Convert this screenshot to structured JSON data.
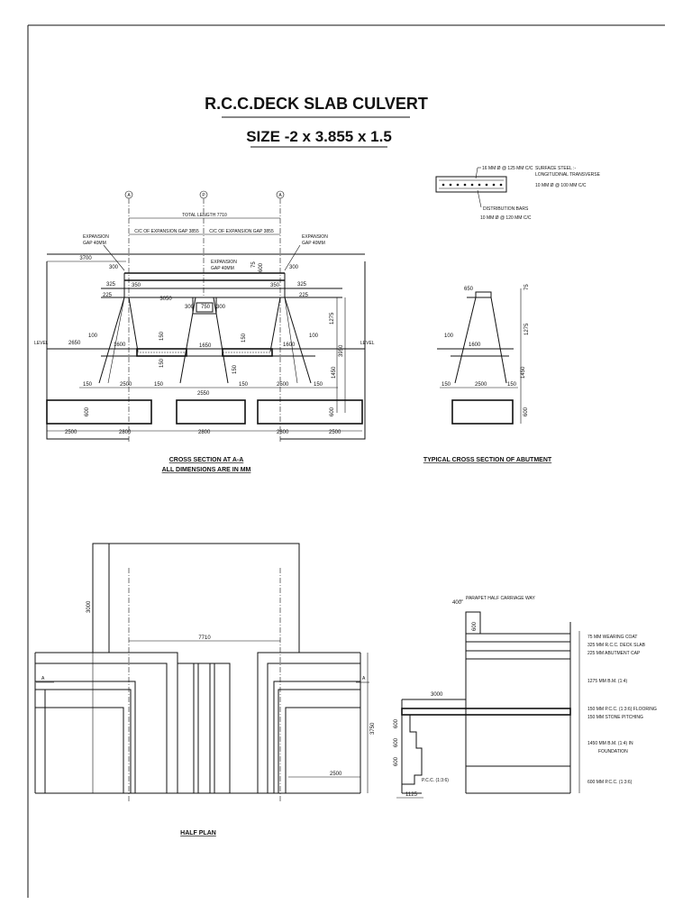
{
  "title": {
    "line1": "R.C.C.DECK SLAB CULVERT",
    "line2": "SIZE -2 x 3.855 x 1.5"
  },
  "section_aa": {
    "caption": "CROSS SECTION AT A-A",
    "caption2": "ALL DIMENSIONS ARE IN MM",
    "axes": [
      "A",
      "P",
      "A"
    ],
    "total_length": "TOTAL LENGTH 7710",
    "cc_left": "C/C OF EXPANSION GAP 3855",
    "cc_right": "C/C OF EXPANSION GAP 3855",
    "exp_left": [
      "EXPANSION",
      "GAP 40MM"
    ],
    "exp_right": [
      "EXPANSION",
      "GAP 40MM"
    ],
    "exp_mid": [
      "EXPANSION",
      "GAP 40MM"
    ],
    "level": "LEVEL",
    "dims": {
      "d3700": "3700",
      "d300": "300",
      "d75": "75",
      "d600": "600",
      "d300r": "300",
      "d325l": "325",
      "d350l": "350",
      "d350r": "350",
      "d325r": "325",
      "d225l": "225",
      "d225r": "225",
      "d3050": "3050",
      "d300c": "300",
      "d750": "750",
      "d300c2": "300",
      "d1275": "1275",
      "d100l": "100",
      "d100r": "100",
      "d2650": "2650",
      "d1600l": "1600",
      "d150a": "150",
      "d1650": "1650",
      "d150b": "150",
      "d1600r": "1600",
      "d3950": "3950",
      "d150c": "150",
      "d150d": "150",
      "d1450": "1450",
      "d150e": "150",
      "d2500l": "2500",
      "d150f": "150",
      "d2550": "2550",
      "d150g": "150",
      "d2500r": "2500",
      "d150h": "150",
      "d600l": "600",
      "d600r": "600",
      "b2500l": "2500",
      "b2800l": "2800",
      "b2800c": "2800",
      "b2800r": "2800",
      "b2500r": "2500"
    }
  },
  "slab_detail": {
    "steel1": "16 MM Ø @ 125 MM C/C",
    "steel2": "SURFACE STEEL :-",
    "steel3": "LONGITUDINAL TRANSVERSE",
    "steel4": "10 MM Ø @ 100 MM C/C",
    "dist1": "DISTRIBUTION BARS",
    "dist2": "10 MM Ø @ 120 MM C/C"
  },
  "abutment": {
    "caption": "TYPICAL CROSS SECTION OF ABUTMENT",
    "d650": "650",
    "d75": "75",
    "d1275": "1275",
    "d100": "100",
    "d1600": "1600",
    "d1450": "1450",
    "d150a": "150",
    "d2500": "2500",
    "d150b": "150",
    "d600": "600"
  },
  "half_plan": {
    "caption": "HALF PLAN",
    "d3000": "3000",
    "d7710": "7710",
    "d3750": "3750",
    "d2500": "2500",
    "markA_left": "A",
    "markA_right": "A"
  },
  "side_section": {
    "d400": "400",
    "d600top": "600",
    "parapet": "PARAPET HALF CARRIAGE WAY",
    "wearing": "75 MM WEARING COAT",
    "deck": "325 MM R.C.C. DECK SLAB",
    "cap": "225 MM ABUTMENT CAP",
    "bm": "1275 MM B.M. (1:4)",
    "pcc_floor": "150 MM P.C.C. (1:3:6) FLOORING",
    "pitching": "150 MM STONE PITCHING",
    "bm_found": [
      "1450 MM B.M. (1:4) IN",
      "FOUNDATION"
    ],
    "pcc_base": "600 MM P.C.C. (1:3:6)",
    "d3000": "3000",
    "d600a": "600",
    "d600b": "600",
    "d600c": "600",
    "pcc_label": "P.C.C. (1:3:6)",
    "d1125": "1125"
  }
}
